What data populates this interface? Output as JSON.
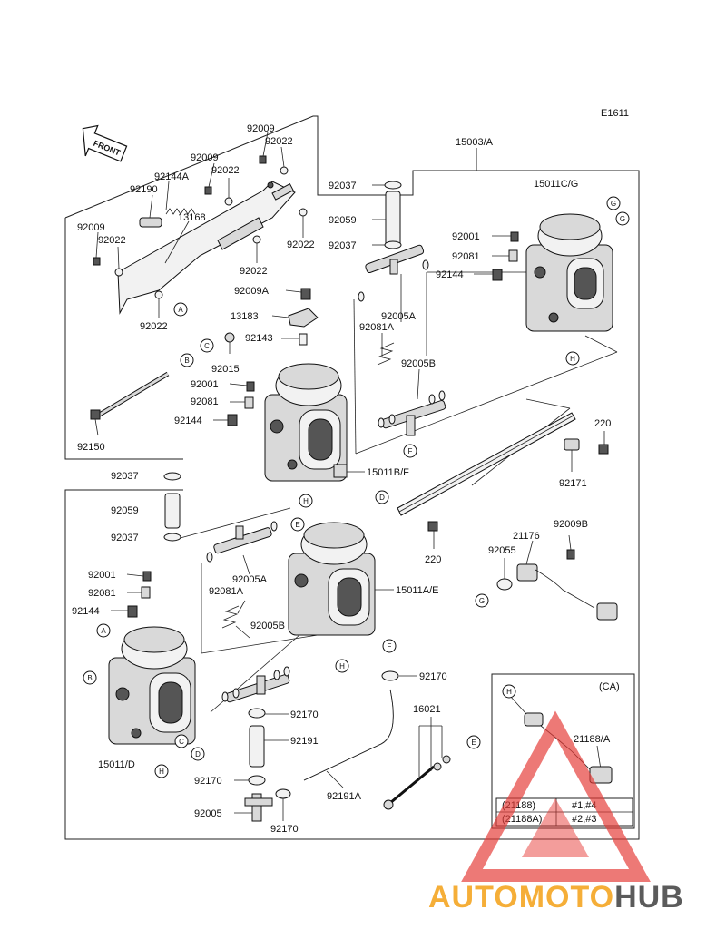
{
  "diagram_id": "E1611",
  "front_label": "FRONT",
  "part_labels": {
    "p15003A": "15003/A",
    "p15011CG": "15011C/G",
    "p15011BF": "15011B/F",
    "p15011AE": "15011A/E",
    "p15011D": "15011/D",
    "p92009_t": "92009",
    "p92022_t": "92022",
    "p92009_a": "92009",
    "p92022_a": "92022",
    "p92144A": "92144A",
    "p92190": "92190",
    "p13168": "13168",
    "p92009_b": "92009",
    "p92022_b": "92022",
    "p92022_c": "92022",
    "p92022_d": "92022",
    "p92022_e": "92022",
    "p92037_t": "92037",
    "p92059_t": "92059",
    "p92037_t2": "92037",
    "p92001_r": "92001",
    "p92081_r": "92081",
    "p92144_r": "92144",
    "p92009A": "92009A",
    "p13183": "13183",
    "p92005A_t": "92005A",
    "p92081A_t": "92081A",
    "p92143": "92143",
    "p92015": "92015",
    "p92001_m": "92001",
    "p92081_m": "92081",
    "p92144_m": "92144",
    "p92005B_t": "92005B",
    "p92150": "92150",
    "p220_a": "220",
    "p92171": "92171",
    "p220_b": "220",
    "p92037_m": "92037",
    "p92059_m": "92059",
    "p92037_m2": "92037",
    "p92001_l": "92001",
    "p92081_l": "92081",
    "p92144_l": "92144",
    "p92005A_b": "92005A",
    "p92081A_b": "92081A",
    "p92005B_b": "92005B",
    "p21176": "21176",
    "p92009B": "92009B",
    "p92055": "92055",
    "p92170_a": "92170",
    "p92170_b": "92170",
    "p92191": "92191",
    "p92170_c": "92170",
    "p92005": "92005",
    "p92170_d": "92170",
    "p92191A": "92191A",
    "p16021": "16021"
  },
  "callouts": [
    "A",
    "B",
    "C",
    "D",
    "E",
    "F",
    "G",
    "H"
  ],
  "inset": {
    "title": "(CA)",
    "part_label": "21188/A",
    "table": [
      {
        "part": "(21188)",
        "cylinders": "#1,#4"
      },
      {
        "part": "(21188A)",
        "cylinders": "#2,#3"
      }
    ]
  },
  "watermark": {
    "part1": "AUTOMOTO",
    "part2": "HUB",
    "color1": "#f5a623",
    "color2": "#4a4a4a",
    "triangle_color": "#e53935"
  }
}
